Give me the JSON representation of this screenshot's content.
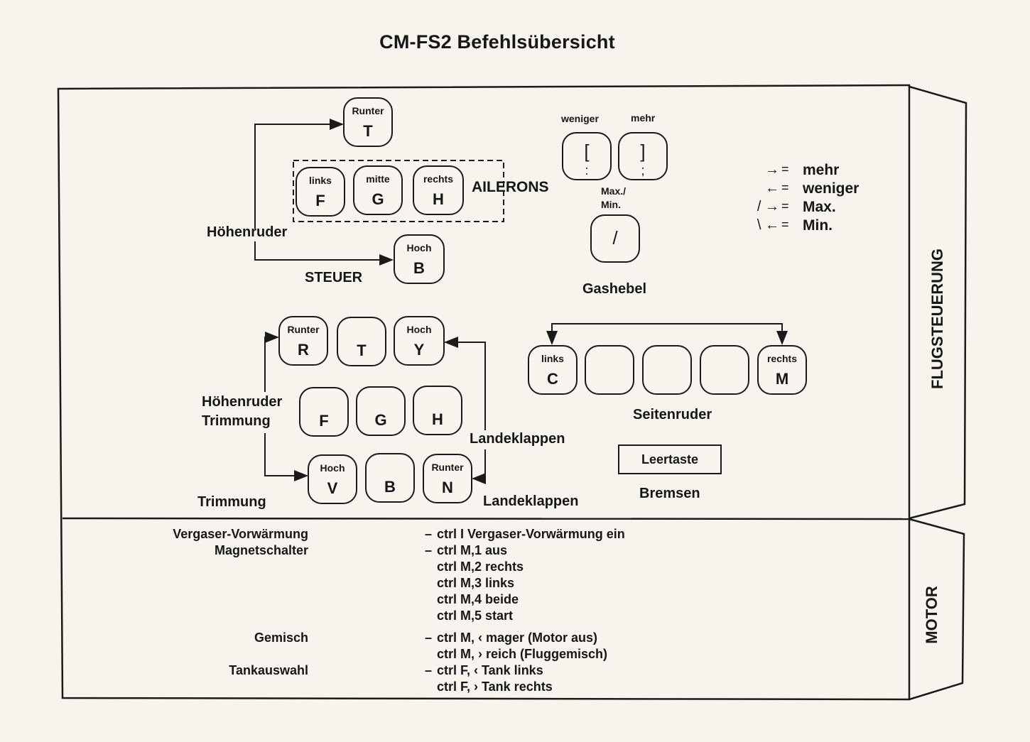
{
  "title": "CM-FS2 Befehlsübersicht",
  "flight": {
    "steuer": {
      "label": "STEUER",
      "hoehenruder_label": "Höhenruder",
      "ailerons_label": "AILERONS",
      "keys": [
        {
          "label": "Runter",
          "char": "T"
        },
        {
          "label": "links",
          "char": "F"
        },
        {
          "label": "mitte",
          "char": "G"
        },
        {
          "label": "rechts",
          "char": "H"
        },
        {
          "label": "Hoch",
          "char": "B"
        }
      ]
    },
    "gas": {
      "label": "Gashebel",
      "weniger": "weniger",
      "mehr": "mehr",
      "maxmin": "Max./",
      "maxmin2": "Min.",
      "keys": [
        {
          "char": "[",
          "sub": ":"
        },
        {
          "char": "]",
          "sub": ";"
        },
        {
          "char": "/"
        }
      ]
    },
    "legend": [
      {
        "sym": "→",
        "word": "mehr"
      },
      {
        "sym": "←",
        "word": "weniger"
      },
      {
        "sym": "/ →",
        "word": "Max."
      },
      {
        "sym": "\\ ←",
        "word": "Min."
      }
    ],
    "legend_eq": "=",
    "trim": {
      "hoehenruder_trim_1": "Höhenruder",
      "hoehenruder_trim_2": "Trimmung",
      "trimmung": "Trimmung",
      "landeklappen_1": "Landeklappen",
      "landeklappen_2": "Landeklappen",
      "row1": [
        {
          "label": "Runter",
          "char": "R"
        },
        {
          "label": "",
          "char": "T"
        },
        {
          "label": "Hoch",
          "char": "Y"
        }
      ],
      "row2": [
        {
          "label": "",
          "char": "F"
        },
        {
          "label": "",
          "char": "G"
        },
        {
          "label": "",
          "char": "H"
        }
      ],
      "row3": [
        {
          "label": "Hoch",
          "char": "V"
        },
        {
          "label": "",
          "char": "B"
        },
        {
          "label": "Runter",
          "char": "N"
        }
      ]
    },
    "seitenruder": {
      "label": "Seitenruder",
      "keys": [
        {
          "label": "links",
          "char": "C"
        },
        {
          "label": "",
          "char": ""
        },
        {
          "label": "",
          "char": ""
        },
        {
          "label": "",
          "char": ""
        },
        {
          "label": "rechts",
          "char": "M"
        }
      ]
    },
    "bremsen": {
      "key": "Leertaste",
      "label": "Bremsen"
    },
    "side_label": "FLUGSTEUERUNG"
  },
  "motor": {
    "side_label": "MOTOR",
    "dash": "–",
    "rows": [
      {
        "label": "Vergaser-Vorwärmung",
        "cmd": "ctrl I Vergaser-Vorwärmung ein"
      },
      {
        "label": "Magnetschalter",
        "cmd": "ctrl M,1 aus"
      },
      {
        "label": "",
        "cmd": "ctrl M,2 rechts"
      },
      {
        "label": "",
        "cmd": "ctrl M,3 links"
      },
      {
        "label": "",
        "cmd": "ctrl M,4 beide"
      },
      {
        "label": "",
        "cmd": "ctrl M,5 start"
      },
      {
        "label": "Gemisch",
        "cmd": "ctrl M,  ‹  mager (Motor aus)"
      },
      {
        "label": "",
        "cmd": "ctrl M,  ›  reich (Fluggemisch)"
      },
      {
        "label": "Tankauswahl",
        "cmd": "ctrl F,  ‹ Tank links"
      },
      {
        "label": "",
        "cmd": "ctrl F,  › Tank rechts"
      }
    ]
  }
}
